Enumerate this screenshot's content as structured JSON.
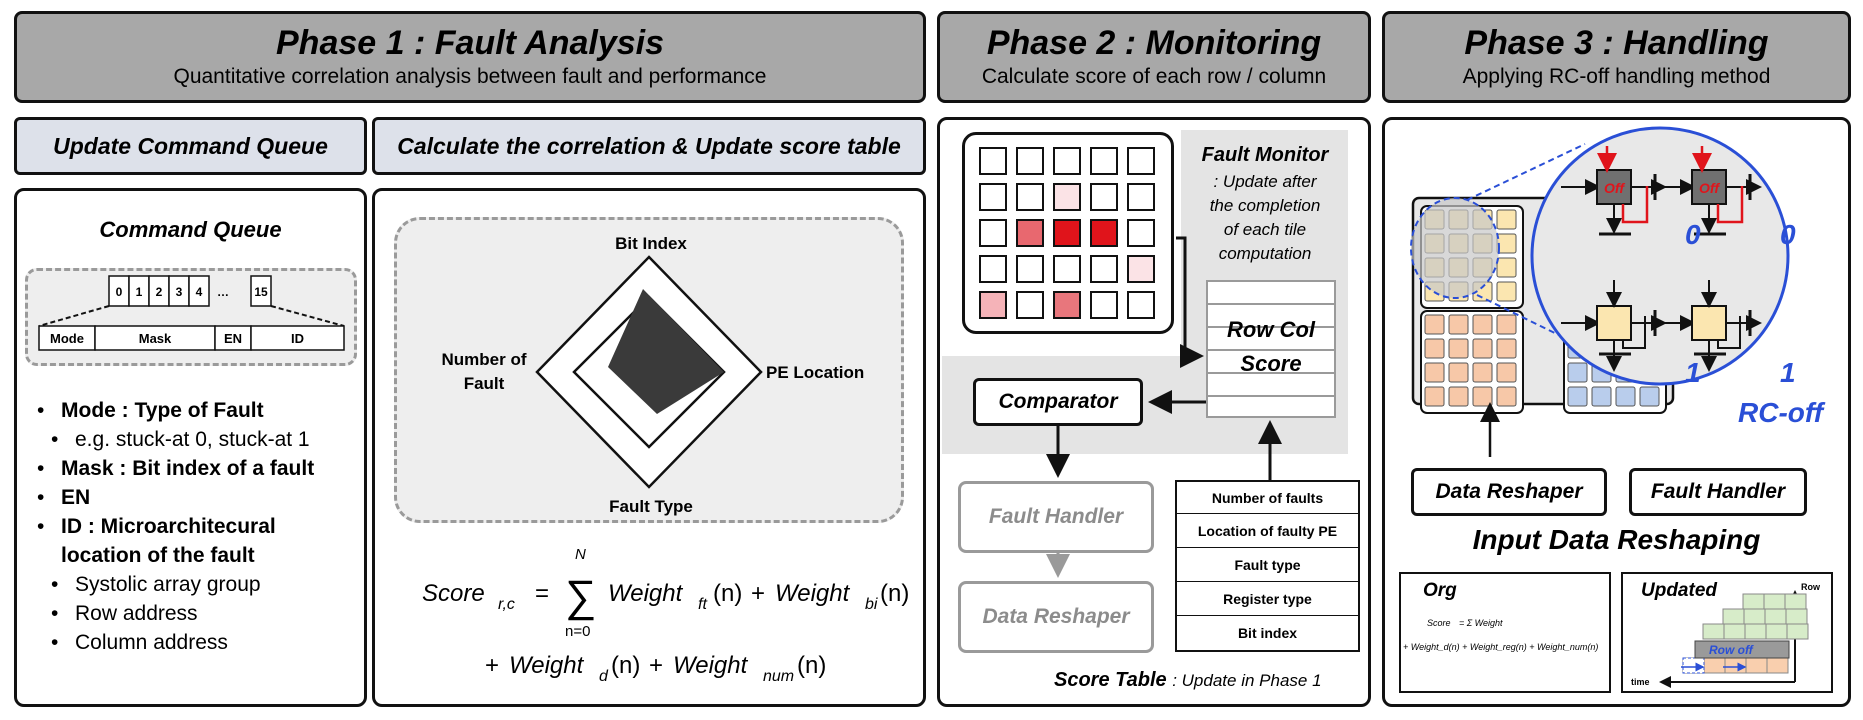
{
  "phase1": {
    "title": "Phase 1 :  Fault Analysis",
    "subtitle": "Quantitative correlation analysis between fault and performance"
  },
  "phase2": {
    "title": "Phase 2 :  Monitoring",
    "subtitle": "Calculate score of each row / column"
  },
  "phase3": {
    "title": "Phase 3 :  Handling",
    "subtitle": "Applying RC-off handling method"
  },
  "sub1": "Update Command Queue",
  "sub2": "Calculate the correlation & Update score table",
  "command_queue": {
    "title": "Command Queue",
    "slots": [
      "0",
      "1",
      "2",
      "3",
      "4",
      "…",
      "15"
    ],
    "fields": [
      "Mode",
      "Mask",
      "EN",
      "ID"
    ]
  },
  "bullets": [
    {
      "level": 1,
      "text": "Mode : Type of Fault",
      "bold": true
    },
    {
      "level": 2,
      "text": "e.g. stuck-at 0, stuck-at 1",
      "bold": false
    },
    {
      "level": 1,
      "text": "Mask : Bit index of a fault",
      "bold": true
    },
    {
      "level": 1,
      "text": "EN",
      "bold": true
    },
    {
      "level": 1,
      "text": "ID : Microarchitecural",
      "bold": true
    },
    {
      "level": 0,
      "text": "location of the fault",
      "bold": true
    },
    {
      "level": 2,
      "text": "Systolic array group",
      "bold": false
    },
    {
      "level": 2,
      "text": "Row address",
      "bold": false
    },
    {
      "level": 2,
      "text": "Column address",
      "bold": false
    }
  ],
  "radar": {
    "top": "Bit Index",
    "right": "PE Location",
    "bottom": "Fault Type",
    "left_line1": "Number of",
    "left_line2": "Fault"
  },
  "formula": {
    "line1_lhs": "Score",
    "line1_lhs_sub": "r,c",
    "sum_top": "N",
    "sum_bottom": "n=0",
    "w_ft": "Weight",
    "w_ft_sub": "ft",
    "w_bi": "Weight",
    "w_bi_sub": "bi",
    "w_d": "Weight",
    "w_d_sub": "d",
    "w_num": "Weight",
    "w_num_sub": "num",
    "arg": "(n)"
  },
  "monitor": {
    "fault_monitor_title": "Fault Monitor",
    "fault_monitor_desc": [
      ": Update after",
      "the completion",
      "of each tile",
      "computation"
    ],
    "row_col_score": [
      "Row Col",
      "Score"
    ],
    "comparator": "Comparator",
    "fault_handler": "Fault Handler",
    "data_reshaper": "Data Reshaper",
    "score_table_rows": [
      "Number of faults",
      "Location of faulty PE",
      "Fault type",
      "Register type",
      "Bit index"
    ],
    "score_table_label": "Score Table",
    "score_table_note": ": Update in Phase 1",
    "grid_fills": [
      [
        "#fff",
        "#fff",
        "#fff",
        "#fff",
        "#fff"
      ],
      [
        "#fff",
        "#fff",
        "#fbe3e6",
        "#fff",
        "#fff"
      ],
      [
        "#fff",
        "#e8686f",
        "#e0141b",
        "#e0141b",
        "#fff"
      ],
      [
        "#fff",
        "#fff",
        "#fff",
        "#fff",
        "#fbe3e6"
      ],
      [
        "#f5b3b8",
        "#fff",
        "#e8767c",
        "#fff",
        "#fff"
      ]
    ]
  },
  "handling": {
    "off_label": "Off",
    "zero": "0",
    "one": "1",
    "rc_off": "RC-off",
    "data_reshaper": "Data Reshaper",
    "fault_handler": "Fault Handler",
    "section_title": "Input Data Reshaping",
    "org_title": "Org",
    "updated_title": "Updated",
    "row_axis": "Row",
    "time_axis": "time",
    "row_off": "Row off",
    "mini_formula_line1": "Score",
    "mini_formula_line1_rest": "= Σ Weight",
    "mini_formula_line2": "+ Weight_d(n) + Weight_reg(n) + Weight_num(n)"
  },
  "colors": {
    "header": "#a8a8a8",
    "subheader": "#dde1ea",
    "accent_blue": "#2a4fd6",
    "fault_red": "#e0141b"
  }
}
